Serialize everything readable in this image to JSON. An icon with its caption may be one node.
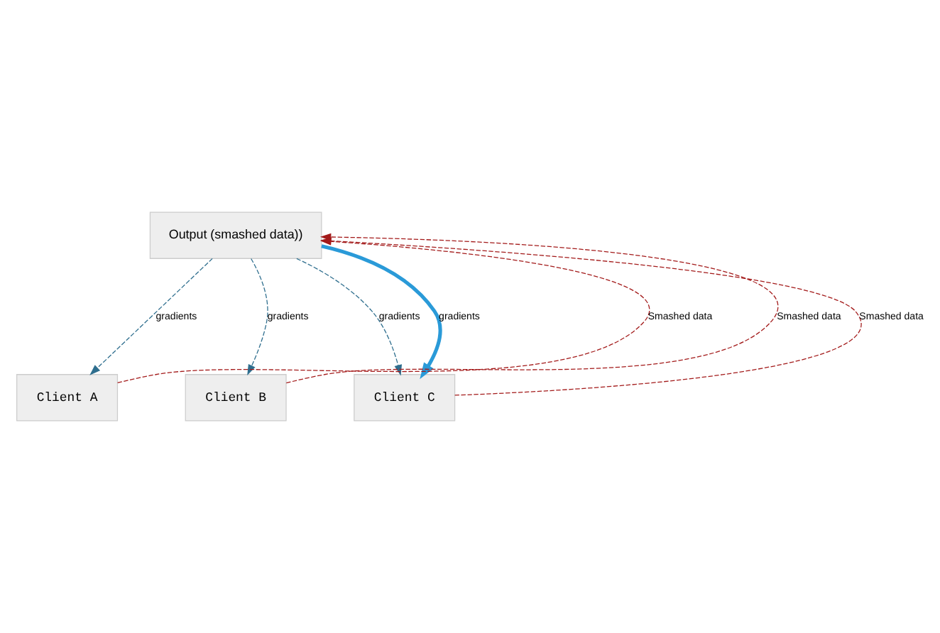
{
  "diagram": {
    "nodes": [
      {
        "text": [
          "Output (smashed data))"
        ]
      },
      {
        "text": [
          "Client A"
        ]
      },
      {
        "text": [
          "Client B"
        ]
      },
      {
        "text": [
          "Client C"
        ]
      }
    ],
    "edges": [
      {
        "from": 1,
        "to": 0,
        "arrow": "to",
        "label": "Smashed data",
        "style": "dashed",
        "color": "#a31a1a"
      },
      {
        "from": 0,
        "to": 1,
        "arrow": "to",
        "label": "gradients",
        "style": "dashed",
        "color": "#2e6e8e"
      },
      {
        "from": 2,
        "to": 0,
        "arrow": "to",
        "label": "Smashed data",
        "style": "dashed",
        "color": "#a31a1a"
      },
      {
        "from": 0,
        "to": 2,
        "arrow": "to",
        "label": "gradients",
        "style": "dashed",
        "color": "#2e6e8e"
      },
      {
        "from": 3,
        "to": 0,
        "arrow": "to",
        "label": "Smashed data",
        "style": "dashed",
        "color": "#a31a1a"
      },
      {
        "from": 0,
        "to": 3,
        "arrow": "to",
        "label": "gradients",
        "style": "dashed",
        "color": "#2e6e8e"
      },
      {
        "from": 0,
        "to": 3,
        "arrow": "to",
        "label": "gradients",
        "style": "thick",
        "color": "#2a9ad8"
      }
    ]
  }
}
